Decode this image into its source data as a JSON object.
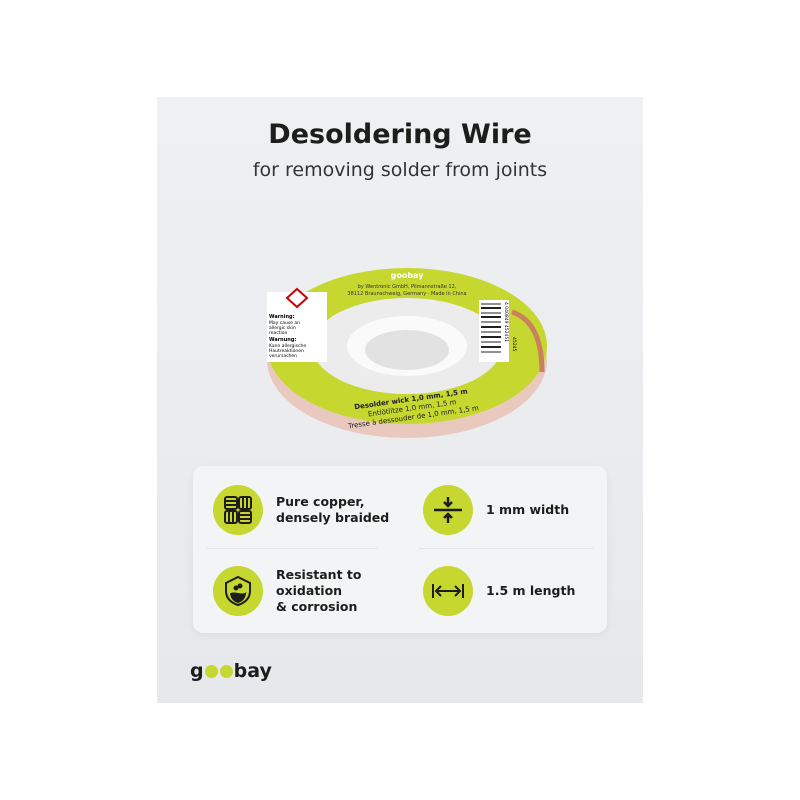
{
  "header": {
    "title": "Desoldering Wire",
    "subtitle": "for removing solder from joints"
  },
  "product": {
    "brand": "goobay",
    "address_line1": "by Wentronic GmbH, Pilmannstraße 12,",
    "address_line2": "38112 Braunschweig, Germany · Made in China",
    "warning_en_title": "Warning:",
    "warning_en": [
      "May cause an",
      "allergic skin",
      "reaction"
    ],
    "warning_de_title": "Warnung:",
    "warning_de": [
      "Kann allergische",
      "Hautreaktionen",
      "verursachen"
    ],
    "label_en": "Desolder wick 1,0 mm, 1,5 m",
    "label_de": "Entlötlitze 1,0 mm, 1,5 m",
    "label_fr": "Tresse à dessouder de 1,0 mm, 1,5 m",
    "barcode": "4 040849 452451",
    "article": "45245"
  },
  "features": [
    {
      "icon": "braid-icon",
      "text": "Pure copper,\ndensely braided"
    },
    {
      "icon": "width-arrows-icon",
      "text": "1 mm width"
    },
    {
      "icon": "shield-drop-icon",
      "text": "Resistant to\noxidation\n& corrosion"
    },
    {
      "icon": "length-arrows-icon",
      "text": "1.5 m length"
    }
  ],
  "footer": {
    "logo": "goobay"
  },
  "colors": {
    "accent": "#c6d730",
    "text": "#1d1d1b"
  }
}
